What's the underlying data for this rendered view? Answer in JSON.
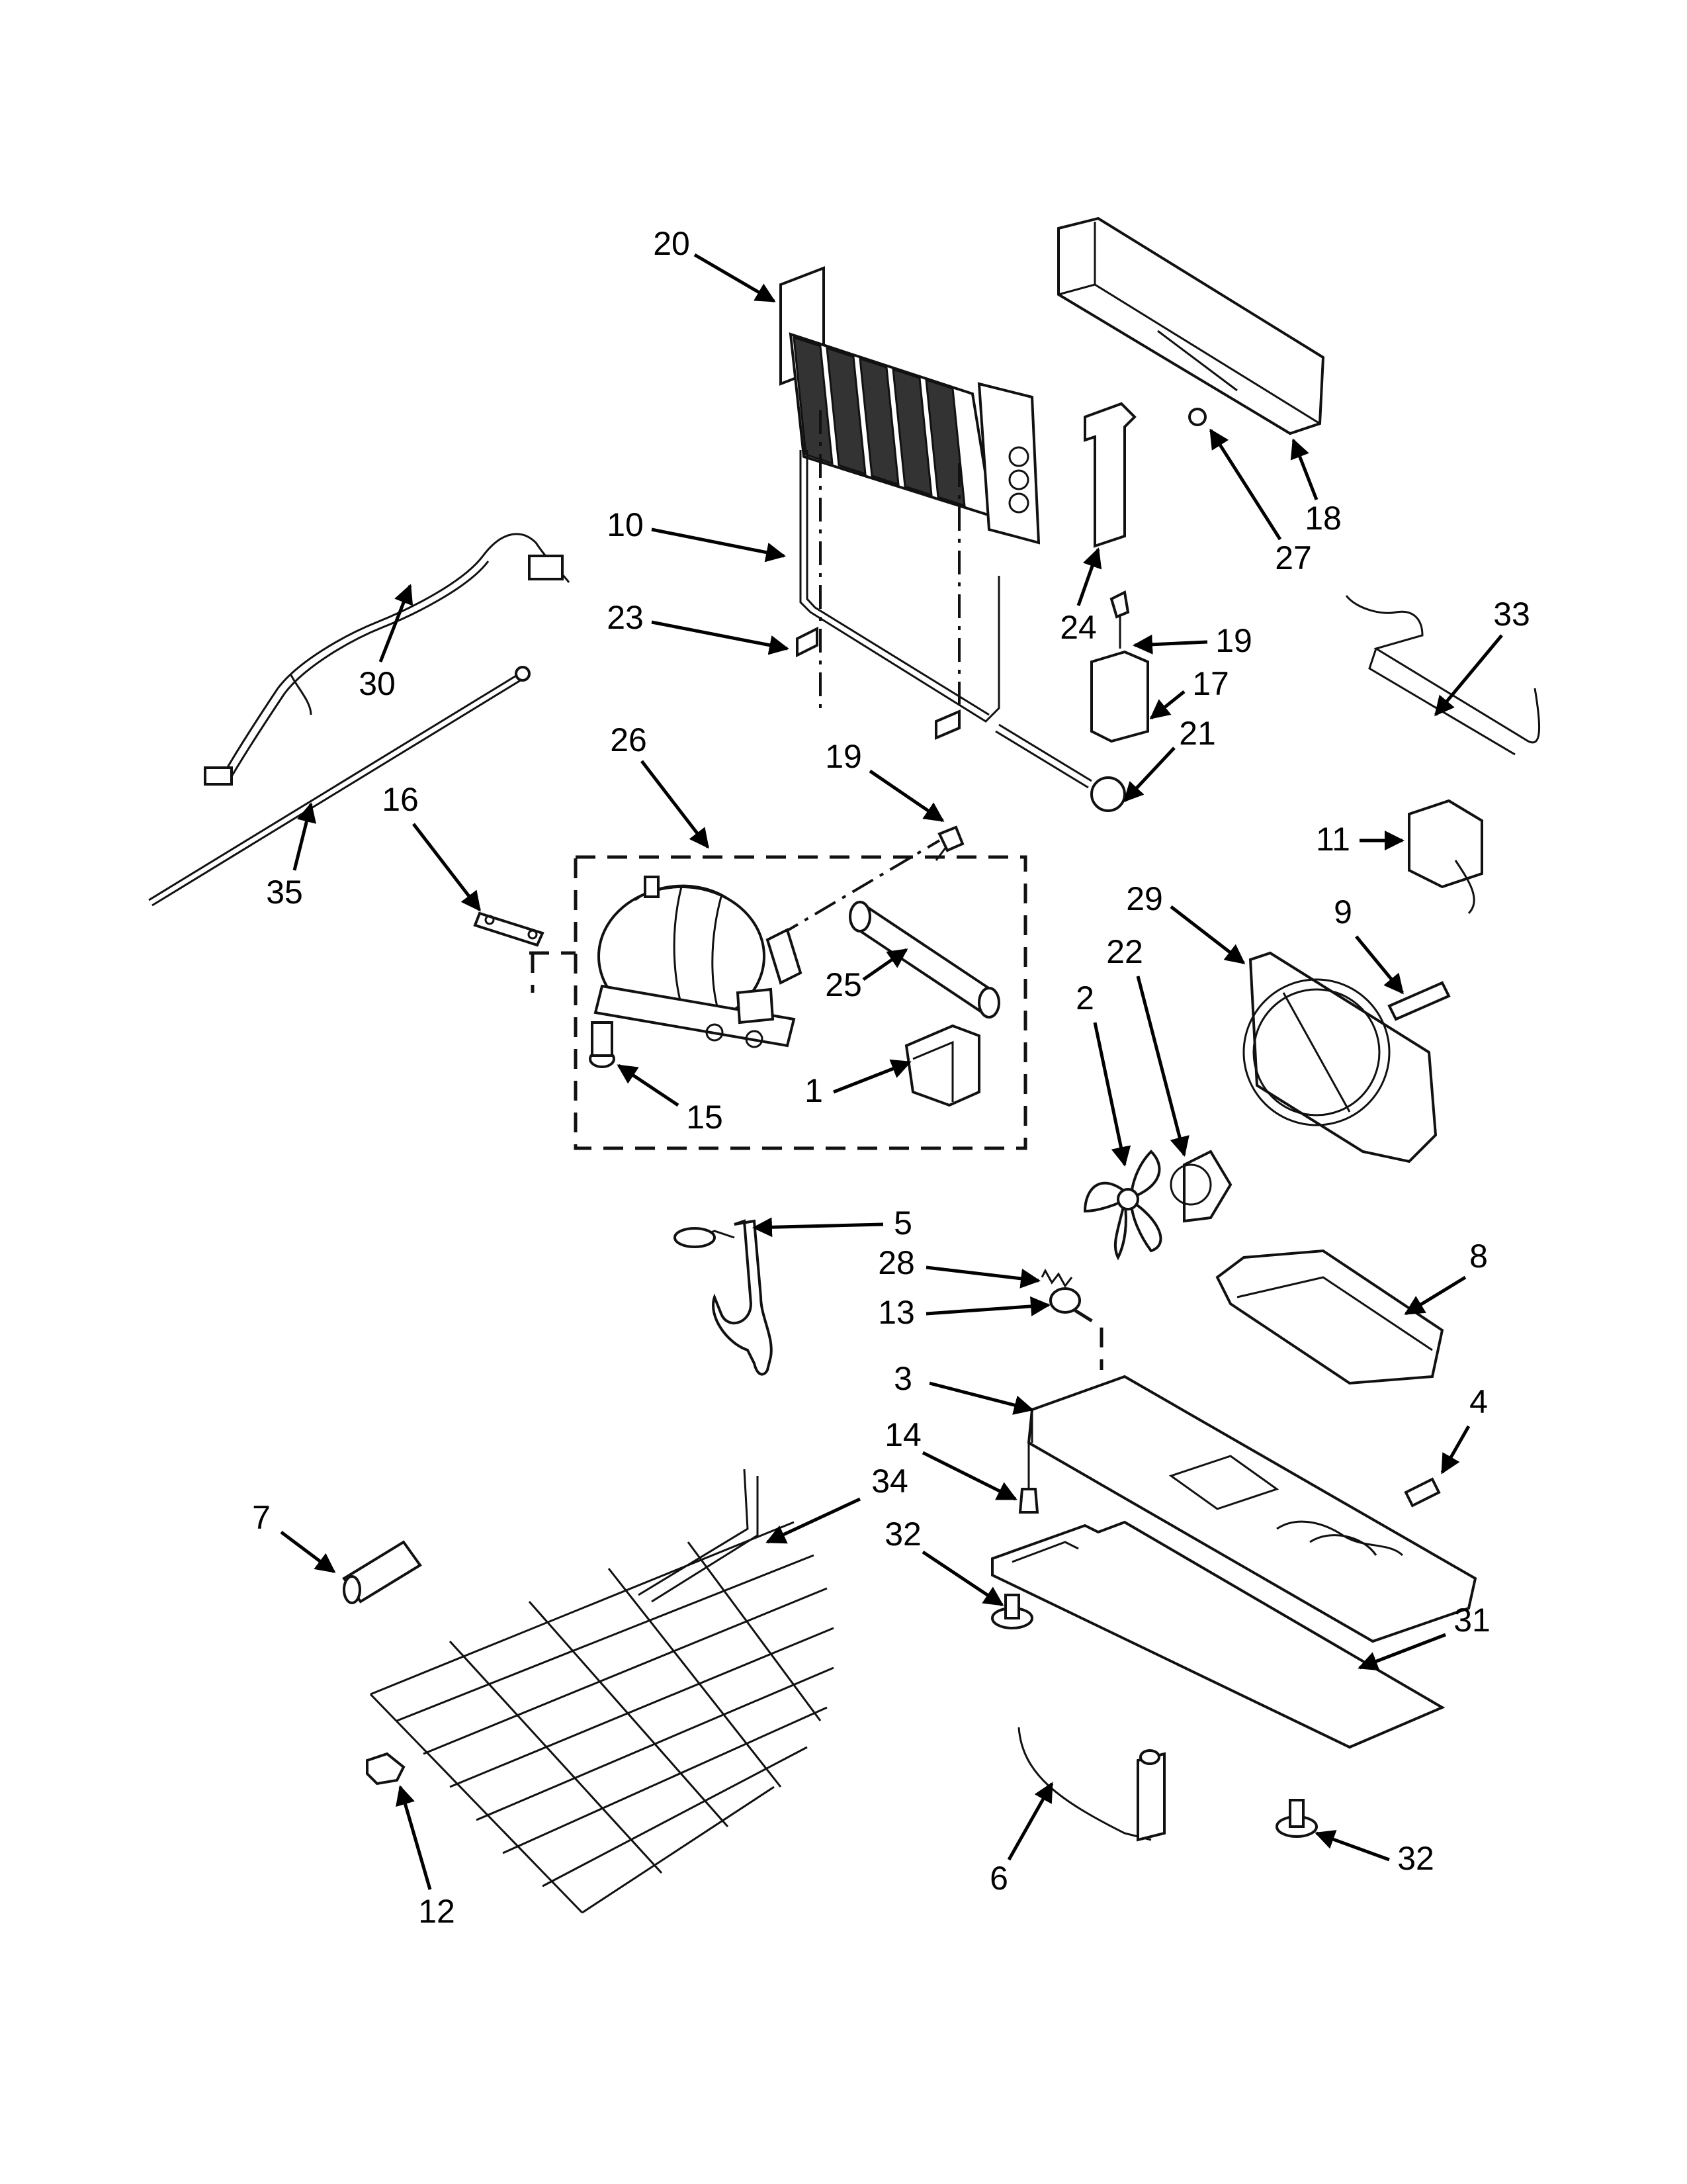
{
  "callouts": [
    {
      "id": "1",
      "label": "1"
    },
    {
      "id": "2",
      "label": "2"
    },
    {
      "id": "3",
      "label": "3"
    },
    {
      "id": "4",
      "label": "4"
    },
    {
      "id": "5",
      "label": "5"
    },
    {
      "id": "6",
      "label": "6"
    },
    {
      "id": "7",
      "label": "7"
    },
    {
      "id": "8",
      "label": "8"
    },
    {
      "id": "9",
      "label": "9"
    },
    {
      "id": "10",
      "label": "10"
    },
    {
      "id": "11",
      "label": "11"
    },
    {
      "id": "12",
      "label": "12"
    },
    {
      "id": "13",
      "label": "13"
    },
    {
      "id": "14",
      "label": "14"
    },
    {
      "id": "15",
      "label": "15"
    },
    {
      "id": "16",
      "label": "16"
    },
    {
      "id": "17",
      "label": "17"
    },
    {
      "id": "18",
      "label": "18"
    },
    {
      "id": "19a",
      "label": "19"
    },
    {
      "id": "19b",
      "label": "19"
    },
    {
      "id": "20",
      "label": "20"
    },
    {
      "id": "21",
      "label": "21"
    },
    {
      "id": "22",
      "label": "22"
    },
    {
      "id": "23",
      "label": "23"
    },
    {
      "id": "24",
      "label": "24"
    },
    {
      "id": "25",
      "label": "25"
    },
    {
      "id": "26",
      "label": "26"
    },
    {
      "id": "27",
      "label": "27"
    },
    {
      "id": "28",
      "label": "28"
    },
    {
      "id": "29",
      "label": "29"
    },
    {
      "id": "30",
      "label": "30"
    },
    {
      "id": "31",
      "label": "31"
    },
    {
      "id": "32a",
      "label": "32"
    },
    {
      "id": "32b",
      "label": "32"
    },
    {
      "id": "33",
      "label": "33"
    },
    {
      "id": "34",
      "label": "34"
    },
    {
      "id": "35",
      "label": "35"
    }
  ]
}
